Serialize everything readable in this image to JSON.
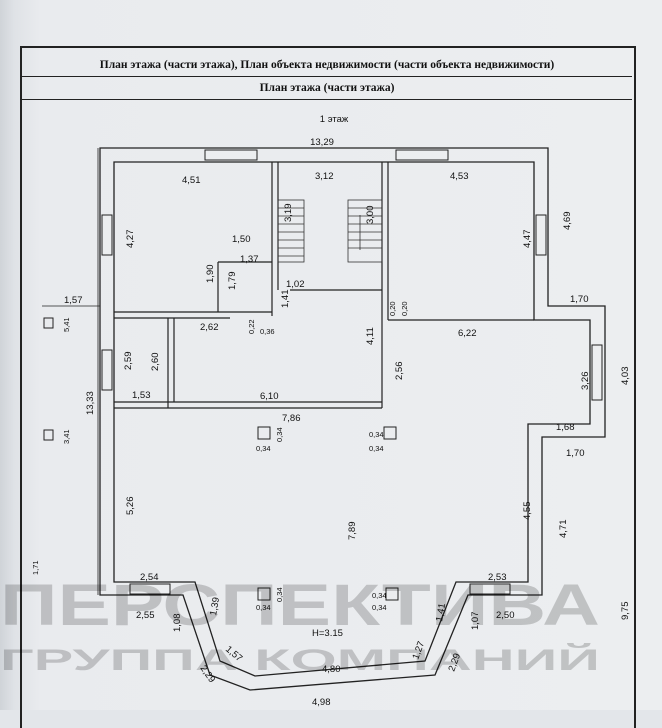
{
  "header": {
    "row1": "План этажа (части этажа), План объекта недвижимости (части объекта недвижимости)",
    "row2": "План этажа (части этажа)"
  },
  "plan": {
    "floor_title": "1 этаж",
    "height_label": "H=3.15",
    "dims": {
      "top_total": "13,29",
      "room_tl_w": "4,51",
      "stair_w": "3,12",
      "room_tr_w": "4,53",
      "left_h_top": "4,27",
      "stair_h_l": "3,19",
      "stair_h_r": "3,00",
      "right_h_a": "4,47",
      "right_h_b": "4,69",
      "closet_w": "1,50",
      "closet_w2": "1,37",
      "closet_h": "1,90",
      "closet_h2": "1,79",
      "hall_w": "1,02",
      "hall_h": "1,41",
      "left_stub": "1,57",
      "wall_020a": "0,20",
      "wall_020b": "0,20",
      "step_170a": "1,70",
      "bath_w": "2,62",
      "wall_022": "0,22",
      "wall_036": "0,36",
      "corr_h": "4,11",
      "right_w": "6,22",
      "bath2_h1": "2,59",
      "bath2_h2": "2,60",
      "corr2_h": "2,56",
      "bay_h": "3,26",
      "right_outer": "4,03",
      "left_outer": "13,33",
      "small_w": "1,53",
      "mid_w": "6,10",
      "living_w": "7,86",
      "col_a1": "0,34",
      "col_a2": "0,34",
      "col_b1": "0,34",
      "col_b2": "0,34",
      "step_168": "1,68",
      "step_170b": "1,70",
      "living_h_l": "5,26",
      "living_h_m": "7,89",
      "living_h_r": "4,55",
      "living_h_r2": "4,71",
      "bot_l": "2,54",
      "bot_r": "2,53",
      "col_c1": "0,34",
      "col_c2": "0,34",
      "col_d1": "0,34",
      "col_d2": "0,34",
      "out_l": "2,55",
      "out_r": "2,50",
      "bay_l1": "1,08",
      "bay_l2": "1,39",
      "bay_r1": "1,41",
      "bay_r2": "1,07",
      "bay_d1": "1,57",
      "bay_d2": "1,27",
      "bay_o1": "2,29",
      "bay_o2": "2,29",
      "bay_inner": "4,80",
      "bay_outer": "4,98",
      "right_total": "9,75",
      "left_edge_a": "5,41",
      "left_edge_b": "3,41",
      "left_edge_c": "1,71"
    }
  },
  "watermark": {
    "line1": "ПЕРСПЕКТИВА",
    "line2": "ГРУППА КОМПАНИЙ"
  }
}
